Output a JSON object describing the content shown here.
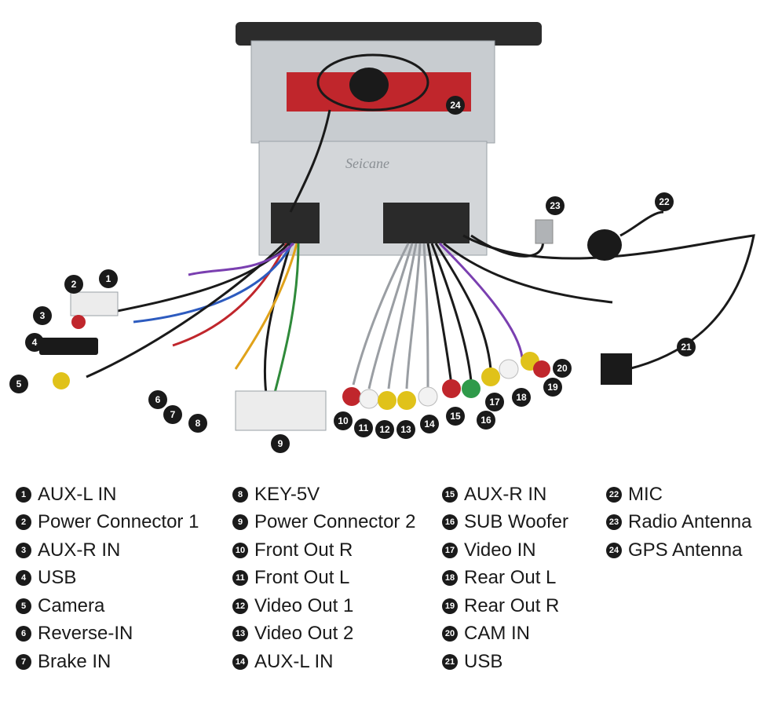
{
  "figure": {
    "brand": "Seicane",
    "markers": [
      "1",
      "2",
      "3",
      "4",
      "5",
      "6",
      "7",
      "8",
      "9",
      "10",
      "11",
      "12",
      "13",
      "14",
      "15",
      "16",
      "17",
      "18",
      "19",
      "20",
      "21",
      "22",
      "23",
      "24"
    ]
  },
  "legend": {
    "columns": [
      [
        {
          "num": "1",
          "label": "AUX-L IN"
        },
        {
          "num": "2",
          "label": "Power Connector 1"
        },
        {
          "num": "3",
          "label": "AUX-R IN"
        },
        {
          "num": "4",
          "label": "USB"
        },
        {
          "num": "5",
          "label": "Camera"
        },
        {
          "num": "6",
          "label": "Reverse-IN"
        },
        {
          "num": "7",
          "label": "Brake IN"
        }
      ],
      [
        {
          "num": "8",
          "label": "KEY-5V"
        },
        {
          "num": "9",
          "label": "Power Connector 2"
        },
        {
          "num": "10",
          "label": "Front Out R"
        },
        {
          "num": "11",
          "label": "Front Out L"
        },
        {
          "num": "12",
          "label": "Video Out 1"
        },
        {
          "num": "13",
          "label": "Video Out 2"
        },
        {
          "num": "14",
          "label": "AUX-L IN"
        }
      ],
      [
        {
          "num": "15",
          "label": "AUX-R IN"
        },
        {
          "num": "16",
          "label": "SUB Woofer"
        },
        {
          "num": "17",
          "label": "Video IN"
        },
        {
          "num": "18",
          "label": "Rear Out L"
        },
        {
          "num": "19",
          "label": "Rear Out R"
        },
        {
          "num": "20",
          "label": "CAM IN"
        },
        {
          "num": "21",
          "label": "USB"
        }
      ],
      [
        {
          "num": "22",
          "label": "MIC"
        },
        {
          "num": "23",
          "label": "Radio Antenna"
        },
        {
          "num": "24",
          "label": "GPS Antenna"
        }
      ]
    ]
  }
}
